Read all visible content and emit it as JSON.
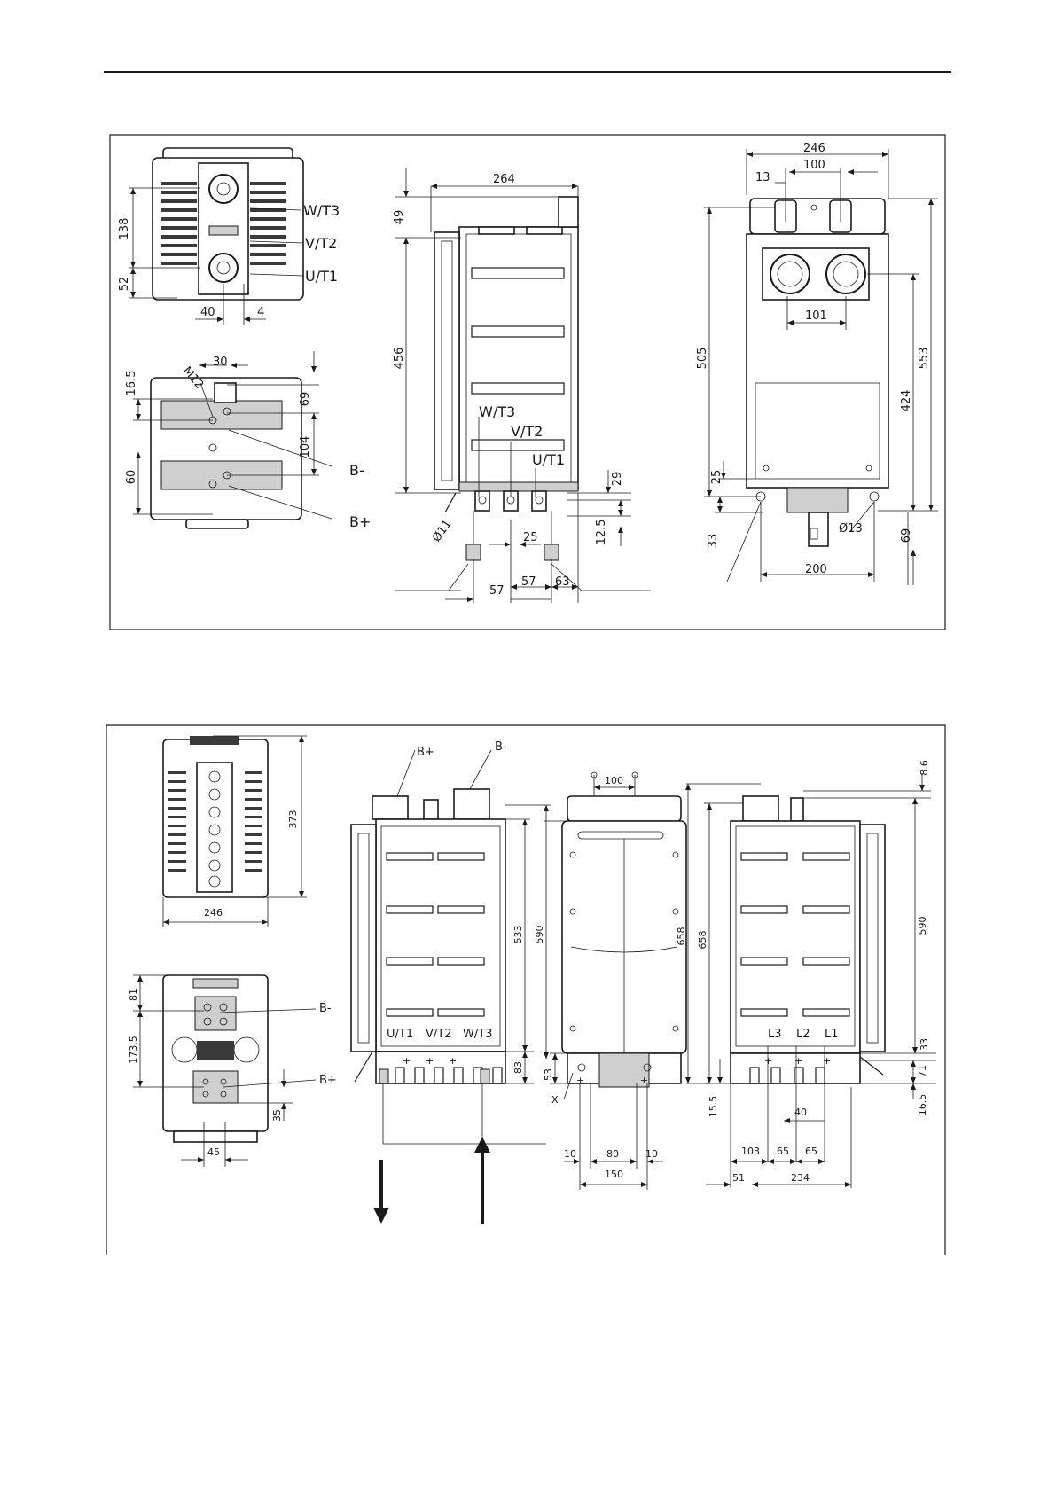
{
  "figure1": {
    "labels": {
      "w_t3": "W/T3",
      "v_t2": "V/T2",
      "u_t1": "U/T1",
      "b_minus": "B-",
      "b_plus": "B+",
      "m12": "M12",
      "side_w_t3": "W/T3",
      "side_v_t2": "V/T2",
      "side_u_t1": "U/T1"
    },
    "dims": {
      "d138": "138",
      "d52": "52",
      "d40": "40",
      "d4": "4",
      "d30": "30",
      "d16_5": "16.5",
      "d69a": "69",
      "d104": "104",
      "d60": "60",
      "d264": "264",
      "d49": "49",
      "d456": "456",
      "d29": "29",
      "d12_5": "12.5",
      "d25a": "25",
      "d11": "Ø11",
      "d57a": "57",
      "d57b": "57",
      "d63": "63",
      "d246": "246",
      "d100": "100",
      "d13": "13",
      "d101": "101",
      "d505": "505",
      "d553": "553",
      "d424": "424",
      "d25b": "25",
      "d33": "33",
      "d13b": "Ø13",
      "d69b": "69",
      "d200": "200"
    }
  },
  "figure2": {
    "labels": {
      "b_plus_top": "B+",
      "b_minus_top": "B-",
      "b_minus": "B-",
      "b_plus": "B+",
      "u_t1": "U/T1",
      "v_t2": "V/T2",
      "w_t3": "W/T3",
      "l3": "L3",
      "l2": "L2",
      "l1": "L1",
      "x": "X"
    },
    "dims": {
      "d373": "373",
      "d246": "246",
      "d81": "81",
      "d173_5": "173.5",
      "d35": "35",
      "d45": "45",
      "d533": "533",
      "d590a": "590",
      "d83": "83",
      "d100": "100",
      "d658a": "658",
      "d53": "53",
      "d10a": "10",
      "d80": "80",
      "d10b": "10",
      "d150": "150",
      "d658b": "658",
      "d15_5": "15.5",
      "d8_6": "8.6",
      "d590b": "590",
      "d33": "33",
      "d71": "71",
      "d16_5": "16.5",
      "d40": "40",
      "d103": "103",
      "d65a": "65",
      "d65b": "65",
      "d51": "51",
      "d234": "234"
    }
  }
}
